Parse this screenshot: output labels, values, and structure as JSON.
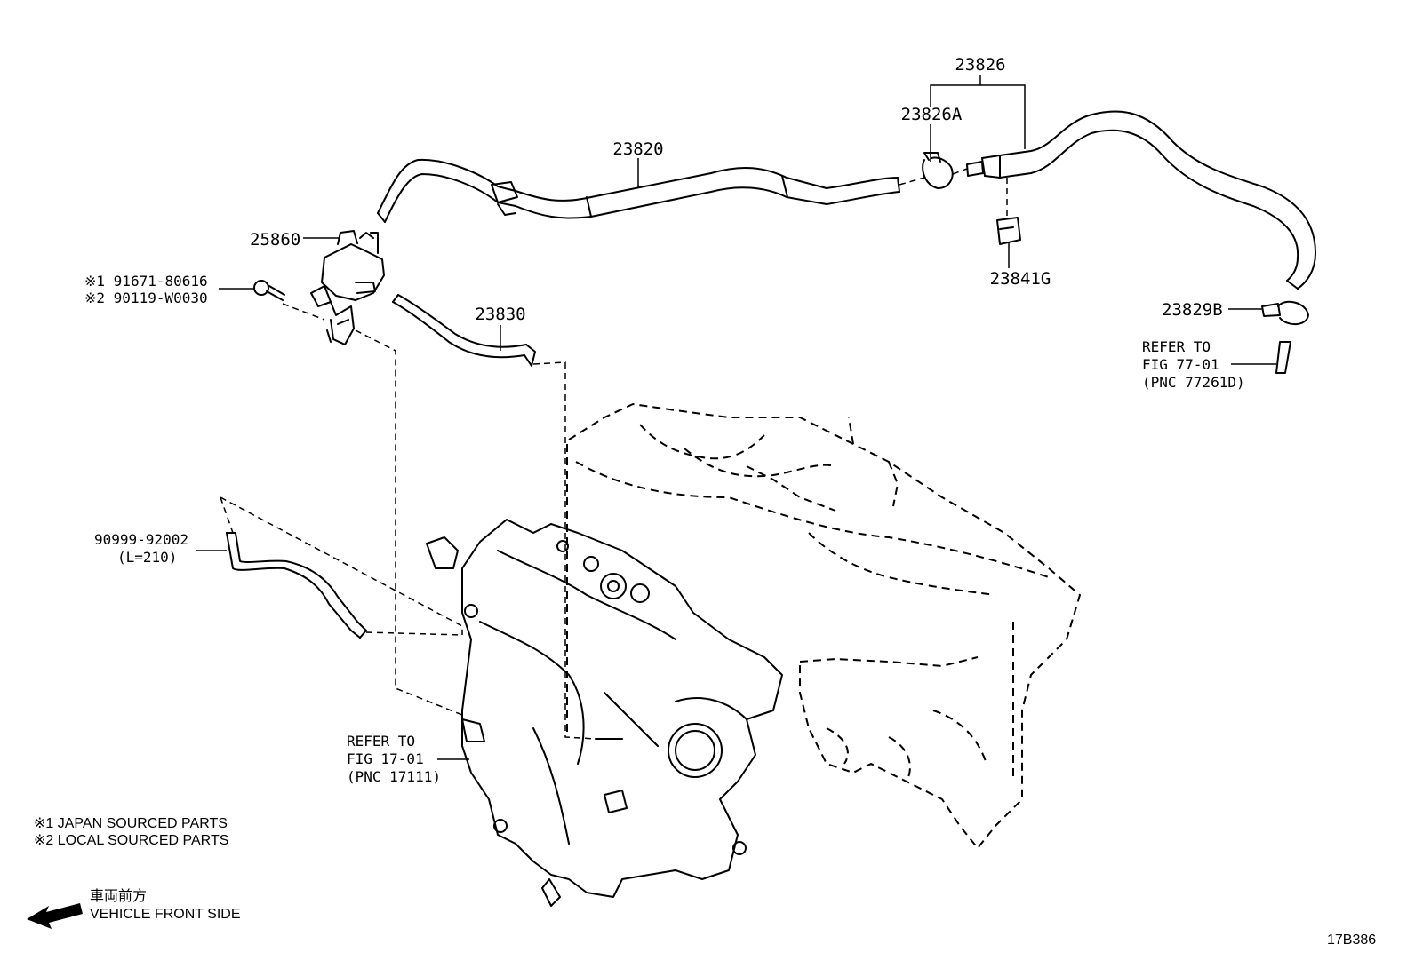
{
  "parts": {
    "p23826": "23826",
    "p23826A": "23826A",
    "p23820": "23820",
    "p25860": "25860",
    "p23841G": "23841G",
    "p23829B": "23829B",
    "p23830": "23830",
    "bolt_line1": "※1 91671-80616",
    "bolt_line2": "※2 90119-W0030",
    "hose_part": "90999-92002",
    "hose_length": "(L=210)"
  },
  "refs": {
    "fig77": {
      "line1": "REFER TO",
      "line2": "FIG 77-01",
      "line3": "(PNC 77261D)"
    },
    "fig17": {
      "line1": "REFER TO",
      "line2": "FIG 17-01",
      "line3": "(PNC 17111)"
    }
  },
  "legend": {
    "note1": "※1  JAPAN SOURCED PARTS",
    "note2": "※2  LOCAL SOURCED PARTS",
    "front_jp": "車両前方",
    "front_en": "VEHICLE FRONT SIDE"
  },
  "figure_id": "17B386"
}
